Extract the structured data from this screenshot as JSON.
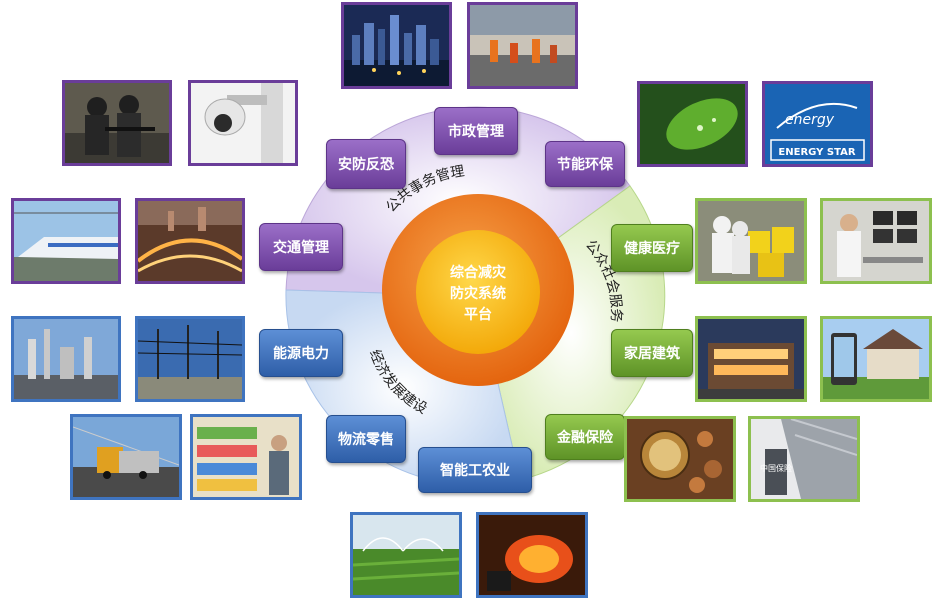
{
  "center": {
    "lines": [
      "综合减灾",
      "防灾系统",
      "平台"
    ]
  },
  "sectors": {
    "public_affairs": "公共事务管理",
    "public_service": "公众社会服务",
    "economic": "经济发展建设"
  },
  "nodes": {
    "municipal": "市政管理",
    "security": "安防反恐",
    "energy_saving": "节能环保",
    "traffic": "交通管理",
    "health": "健康医疗",
    "home_building": "家居建筑",
    "finance": "金融保险",
    "power": "能源电力",
    "logistics": "物流零售",
    "industry_agri": "智能工农业"
  },
  "images": {
    "energy_star": {
      "script": "energy",
      "label": "ENERGY STAR"
    },
    "insurance_sign": "中国保险"
  },
  "colors": {
    "purple": "#6a3d99",
    "green": "#8dc04f",
    "blue": "#3f74c0",
    "orange": "#ee7b1e",
    "yellow": "#f9c20e"
  }
}
